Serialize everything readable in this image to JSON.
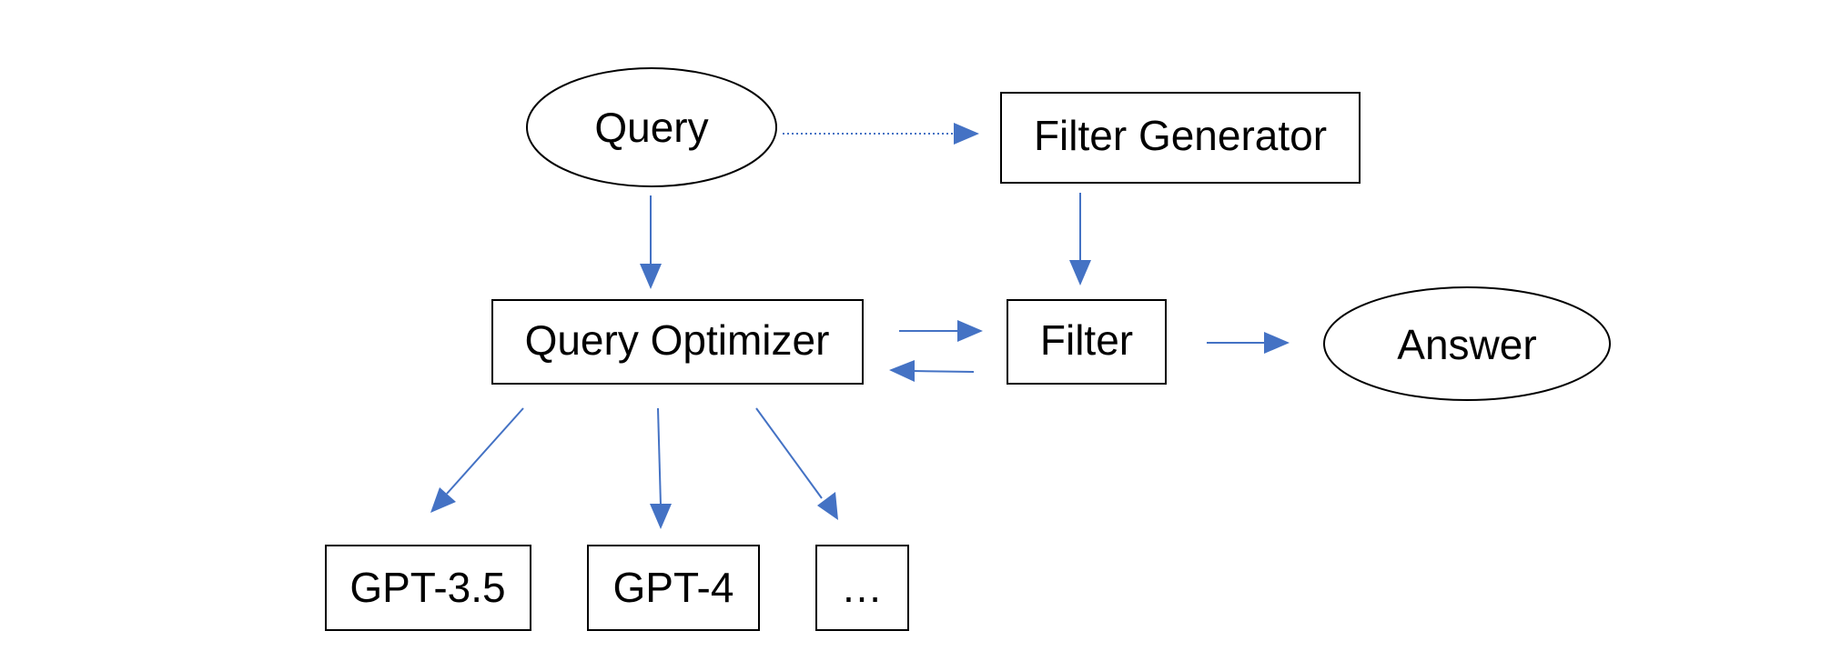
{
  "diagram": {
    "colors": {
      "node_border": "#000000",
      "node_fill": "#ffffff",
      "arrow": "#4472c4",
      "text": "#000000"
    },
    "nodes": {
      "query": {
        "label": "Query",
        "shape": "ellipse"
      },
      "filter_generator": {
        "label": "Filter Generator",
        "shape": "rectangle"
      },
      "query_optimizer": {
        "label": "Query Optimizer",
        "shape": "rectangle"
      },
      "filter": {
        "label": "Filter",
        "shape": "rectangle"
      },
      "answer": {
        "label": "Answer",
        "shape": "ellipse"
      },
      "gpt35": {
        "label": "GPT-3.5",
        "shape": "rectangle"
      },
      "gpt4": {
        "label": "GPT-4",
        "shape": "rectangle"
      },
      "more": {
        "label": "…",
        "shape": "rectangle"
      }
    },
    "edges": [
      {
        "from": "query",
        "to": "filter_generator",
        "style": "dotted"
      },
      {
        "from": "query",
        "to": "query_optimizer",
        "style": "solid"
      },
      {
        "from": "filter_generator",
        "to": "filter",
        "style": "solid"
      },
      {
        "from": "query_optimizer",
        "to": "filter",
        "style": "solid"
      },
      {
        "from": "filter",
        "to": "query_optimizer",
        "style": "solid"
      },
      {
        "from": "filter",
        "to": "answer",
        "style": "solid"
      },
      {
        "from": "query_optimizer",
        "to": "gpt35",
        "style": "solid"
      },
      {
        "from": "query_optimizer",
        "to": "gpt4",
        "style": "solid"
      },
      {
        "from": "query_optimizer",
        "to": "more",
        "style": "solid"
      }
    ]
  }
}
